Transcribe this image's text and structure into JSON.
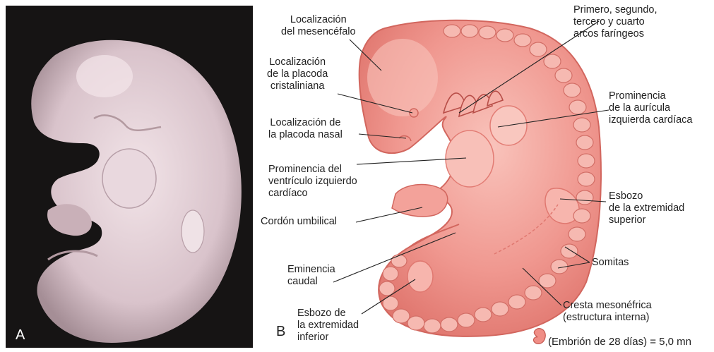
{
  "panels": {
    "a_letter": "A",
    "b_letter": "B"
  },
  "labels": {
    "mesencephalon": [
      "Localización",
      "del mesencéfalo"
    ],
    "lens_placode": [
      "Localización",
      "de la placoda",
      "cristaliniana"
    ],
    "nasal_placode": [
      "Localización de",
      "la placoda nasal"
    ],
    "ventricle": [
      "Prominencia del",
      "ventrículo izquierdo",
      "cardíaco"
    ],
    "umbilical_cord": [
      "Cordón umbilical"
    ],
    "caudal_eminence": [
      "Eminencia",
      "caudal"
    ],
    "lower_limb_bud": [
      "Esbozo de",
      "la extremidad",
      "inferior"
    ],
    "pharyngeal_arches": [
      "Primero, segundo,",
      "tercero y cuarto",
      "arcos faríngeos"
    ],
    "atrium": [
      "Prominencia",
      "de la aurícula",
      "izquierda cardíaca"
    ],
    "upper_limb_bud": [
      "Esbozo",
      "de la extremidad",
      "superior"
    ],
    "somites": [
      "Somitas"
    ],
    "mesonephric_ridge": [
      "Cresta mesonéfrica",
      "(estructura interna)"
    ]
  },
  "scale_note": "(Embrión de 28 días) = 5,0 mn",
  "colors": {
    "photo_background": "#161414",
    "embryo_photo": "#e8d6dc",
    "embryo_diagram_fill": "#f08e86",
    "embryo_diagram_light": "#f9c3bb",
    "embryo_diagram_edge": "#d2665e",
    "leader_lines": "#222222"
  }
}
